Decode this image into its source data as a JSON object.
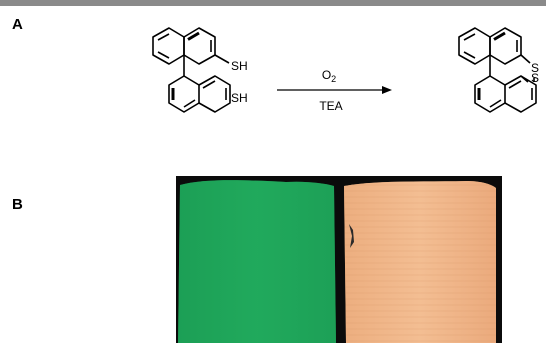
{
  "panels": {
    "a": {
      "label": "A"
    },
    "b": {
      "label": "B"
    }
  },
  "scheme": {
    "reactant_groups": [
      "SH",
      "SH"
    ],
    "reagent_above": {
      "base": "O",
      "subscript": "2"
    },
    "reagent_below": "TEA",
    "product_atoms": [
      "S",
      "S"
    ]
  },
  "photo": {
    "left_film_color": "#1fa55a",
    "right_film_color": "#f2b98c",
    "background_color": "#0b0b0b"
  }
}
